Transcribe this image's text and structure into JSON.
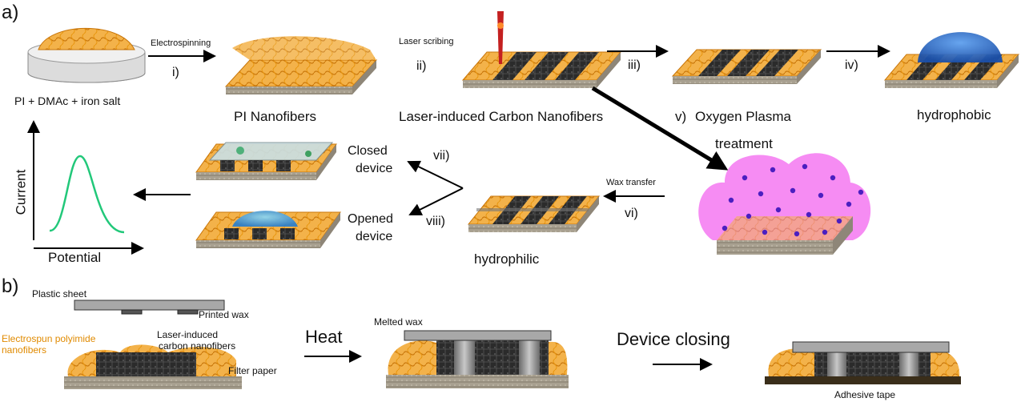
{
  "panel_a": {
    "label": "a)",
    "start_material": "PI + DMAc + iron salt",
    "step_i_name": "Electrospinning",
    "step_i": "i)",
    "pi_nanofibers": "PI Nanofibers",
    "step_ii_name": "Laser scribing",
    "step_ii": "ii)",
    "licnf": "Laser-induced Carbon Nanofibers",
    "step_iii": "iii)",
    "step_iv": "iv)",
    "hydrophobic": "hydrophobic",
    "step_v": "v)",
    "oxygen_plasma": "Oxygen Plasma",
    "treatment": "treatment",
    "wax_transfer": "Wax transfer",
    "step_vi": "vi)",
    "hydrophilic": "hydrophilic",
    "step_vii": "vii)",
    "step_viii": "viii)",
    "closed_device_1": "Closed",
    "closed_device_2": "device",
    "opened_device_1": "Opened",
    "opened_device_2": "device",
    "plot_ylabel": "Current",
    "plot_xlabel": "Potential"
  },
  "panel_b": {
    "label": "b)",
    "plastic_sheet": "Plastic sheet",
    "printed_wax": "Printed wax",
    "electrospun_1": "Electrospun polyimide",
    "electrospun_2": "nanofibers",
    "laser_induced_1": "Laser-induced",
    "laser_induced_2": "carbon nanofibers",
    "filter_paper": "Filter paper",
    "heat": "Heat",
    "melted_wax": "Melted wax",
    "device_closing": "Device closing",
    "adhesive_tape": "Adhesive tape"
  },
  "colors": {
    "fiber": "#e8960f",
    "carbon": "#2b2b2b",
    "plastic": "#9a9a9a",
    "droplet_blue": "#2f6fd1",
    "plasma": "#f266f0",
    "curve": "#22c87a",
    "label_orange": "#e08a00"
  }
}
